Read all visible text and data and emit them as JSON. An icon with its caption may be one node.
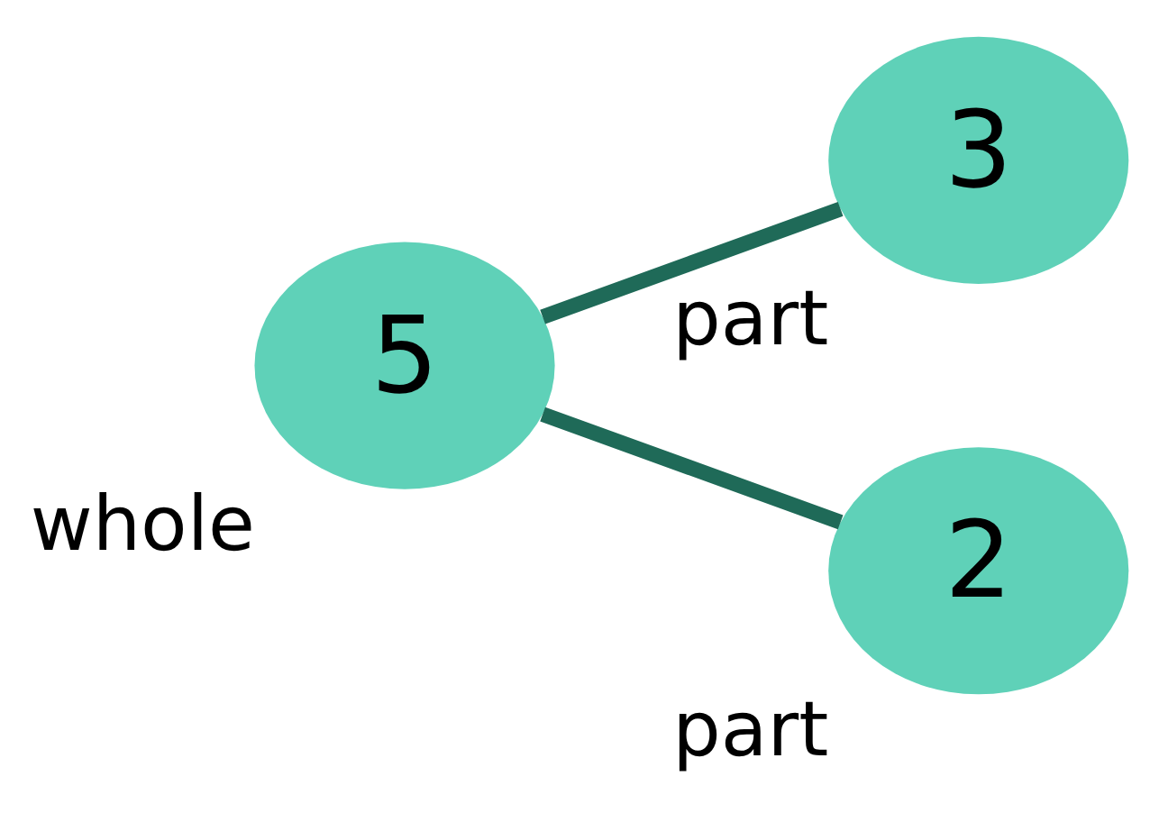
{
  "diagram": {
    "nodes": [
      {
        "text": [
          "5"
        ],
        "beside": [
          "whole"
        ]
      },
      {
        "text": [
          "3"
        ],
        "beside": [
          "part"
        ]
      },
      {
        "text": [
          "2"
        ],
        "beside": [
          "part"
        ]
      }
    ],
    "edges": [
      {
        "from": 0,
        "to": 1,
        "arrow": "none"
      },
      {
        "from": 0,
        "to": 2,
        "arrow": "none"
      }
    ]
  }
}
